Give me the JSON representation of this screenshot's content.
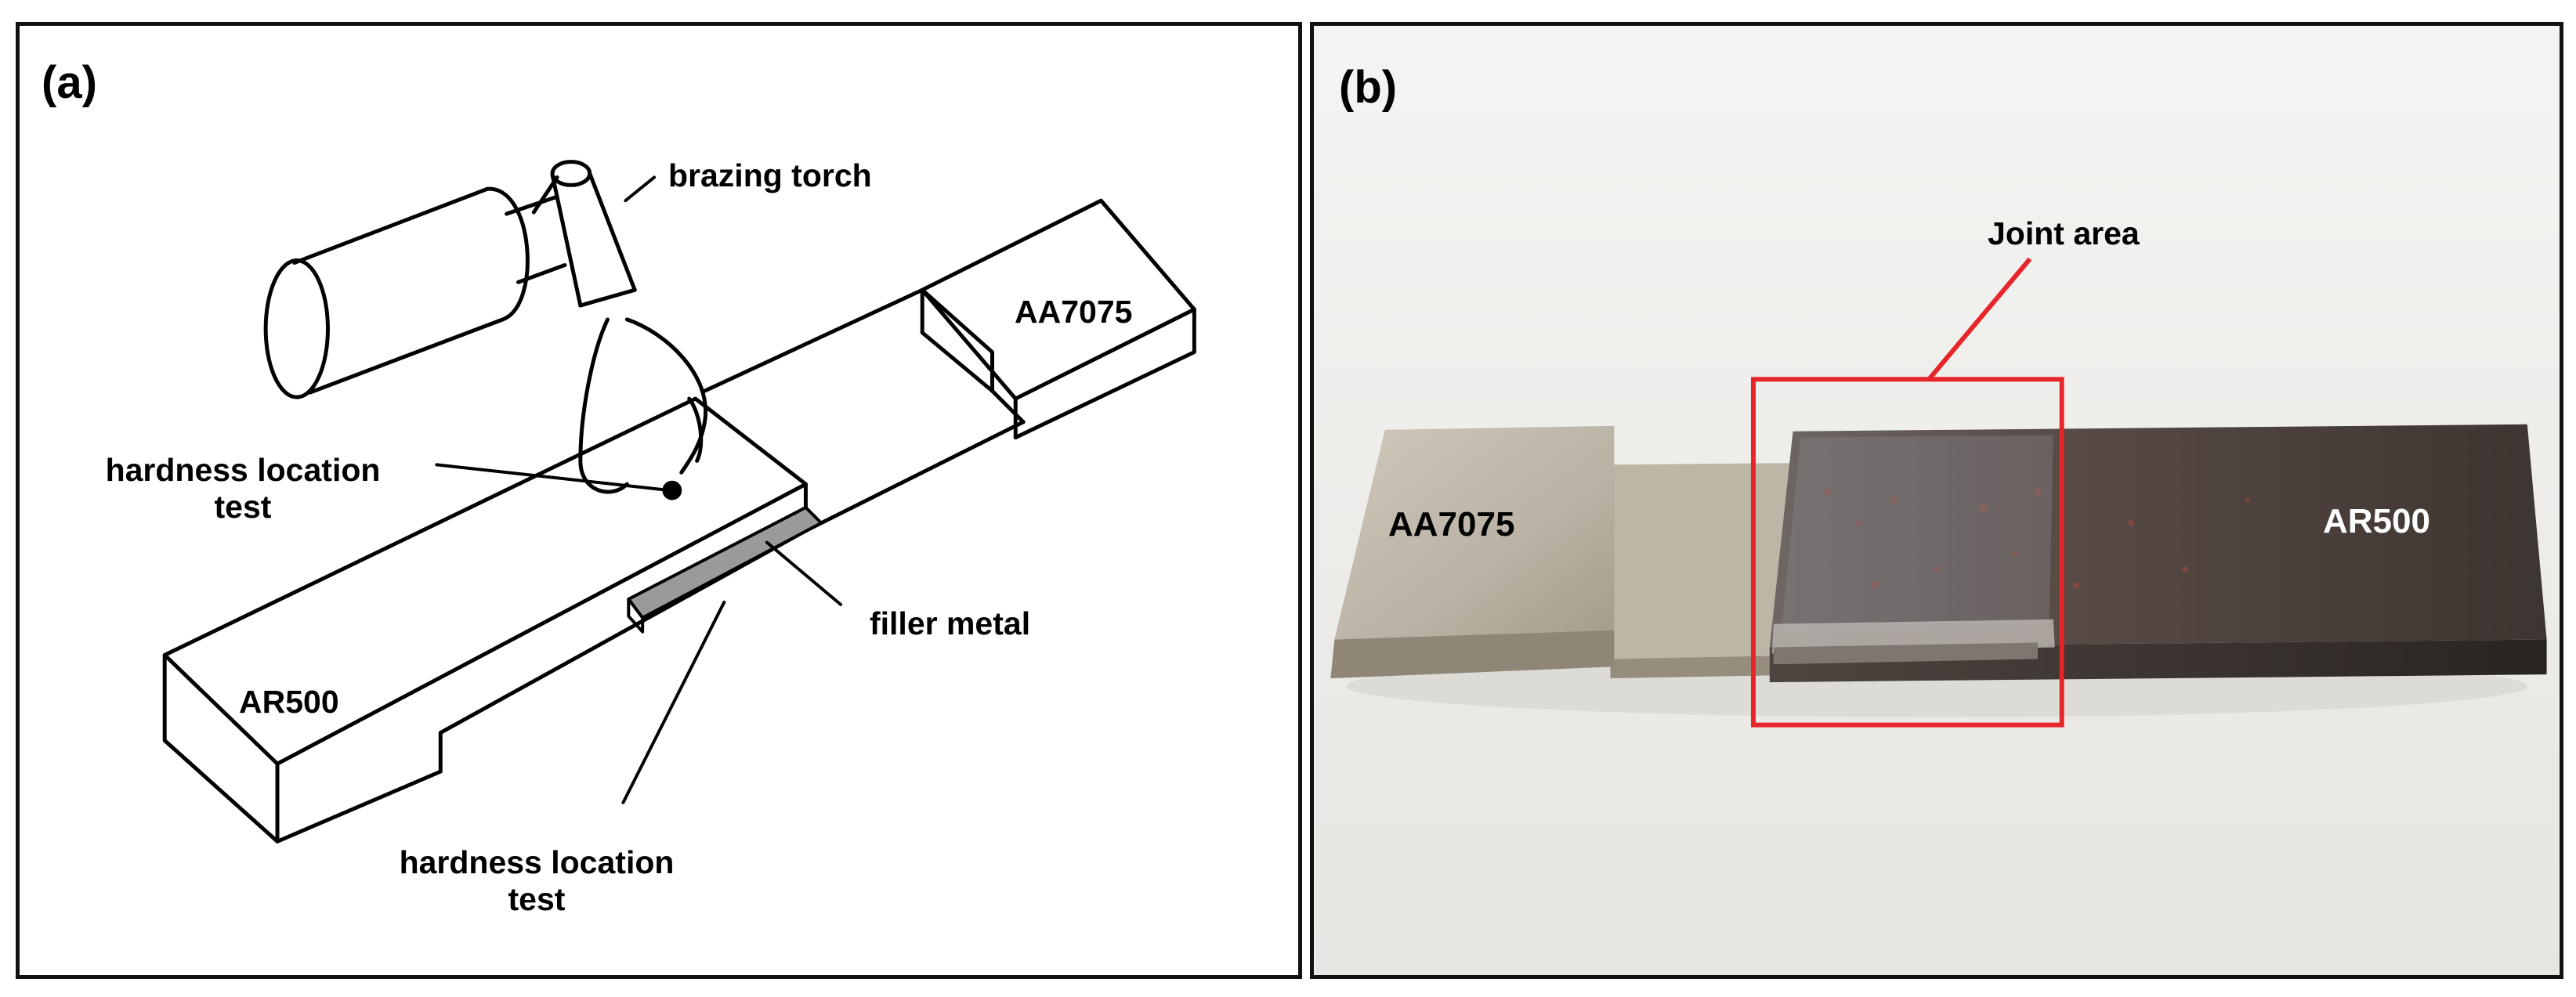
{
  "panel_a": {
    "tag": "(a)",
    "labels": {
      "brazing_torch": "brazing torch",
      "aa7075": "AA7075",
      "hardness_top_line1": "hardness location",
      "hardness_top_line2": "test",
      "filler_metal": "filler metal",
      "ar500": "AR500",
      "hardness_bottom_line1": "hardness location",
      "hardness_bottom_line2": "test"
    }
  },
  "panel_b": {
    "tag": "(b)",
    "labels": {
      "joint_area": "Joint area",
      "aa7075": "AA7075",
      "ar500": "AR500"
    },
    "highlight_color": "#e8242b"
  }
}
